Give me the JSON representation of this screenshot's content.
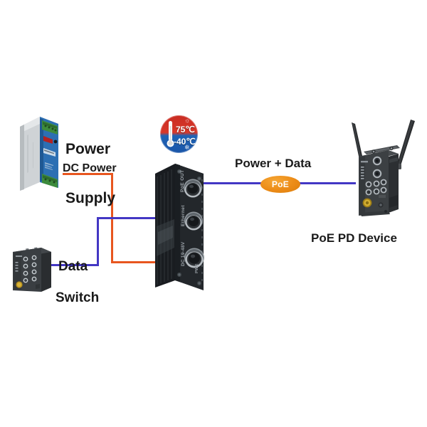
{
  "diagram": {
    "title": "PoE Injector Application Diagram",
    "background_color": "#ffffff"
  },
  "nodes": [
    {
      "id": "power-supply",
      "label": "Power\nSupply",
      "label_line1": "Power",
      "label_line2": "Supply",
      "type": "din-rail-power-supply",
      "colors": {
        "body": "#d9dde0",
        "panel": "#2b6fb5",
        "terminal": "#3f8f3f"
      }
    },
    {
      "id": "switch",
      "label": "Switch",
      "type": "industrial-ethernet-switch",
      "colors": {
        "body": "#3a3d40",
        "connector": "#c9a227"
      }
    },
    {
      "id": "poe-injector",
      "label": "",
      "type": "m12-poe-injector",
      "ports": [
        {
          "name": "PoE OUT",
          "label": "PoE OUT"
        },
        {
          "name": "Ethernet",
          "label": "Ethernet"
        },
        {
          "name": "DC PWR",
          "label": "DC 19-48V",
          "label2": "PWR"
        }
      ],
      "colors": {
        "body": "#1d2024",
        "face": "#24282d",
        "ring": "#9aa0a6"
      }
    },
    {
      "id": "poe-pd-device",
      "label": "PoE PD Device",
      "type": "industrial-wireless-ap",
      "antennas": 2,
      "colors": {
        "body": "#3b3e41",
        "antenna": "#26282a",
        "connector": "#c9a227"
      }
    }
  ],
  "connections": [
    {
      "id": "dc-power",
      "label": "DC Power",
      "from": "power-supply",
      "to": "poe-injector",
      "color": "#e8561f",
      "style": "orthogonal"
    },
    {
      "id": "data",
      "label": "Data",
      "from": "switch",
      "to": "poe-injector",
      "color": "#4337c4",
      "style": "orthogonal"
    },
    {
      "id": "power-plus-data",
      "label": "Power + Data",
      "from": "poe-injector",
      "to": "poe-pd-device",
      "color": "#4337c4",
      "style": "straight",
      "badge": "PoE",
      "badge_color": "#ec8b16"
    }
  ],
  "badges": {
    "temperature": {
      "high": "75℃",
      "low": "-40℃",
      "hot_color": "#d8382a",
      "cold_color": "#1f63b5",
      "sun_icon": "sun-icon",
      "snow_icon": "snowflake-icon"
    },
    "poe": {
      "text": "PoE",
      "color": "#ec8b16"
    }
  },
  "labels": {
    "power_supply_line1": "Power",
    "power_supply_line2": "Supply",
    "dc_power": "DC Power",
    "power_plus_data": "Power + Data",
    "poe_pd_device": "PoE PD Device",
    "data": "Data",
    "switch": "Switch",
    "poe_badge": "PoE",
    "temp_high": "75℃",
    "temp_low": "-40℃",
    "port_poe_out": "PoE OUT",
    "port_ethernet": "Ethernet",
    "port_dc_pwr": "DC 19-48V"
  }
}
